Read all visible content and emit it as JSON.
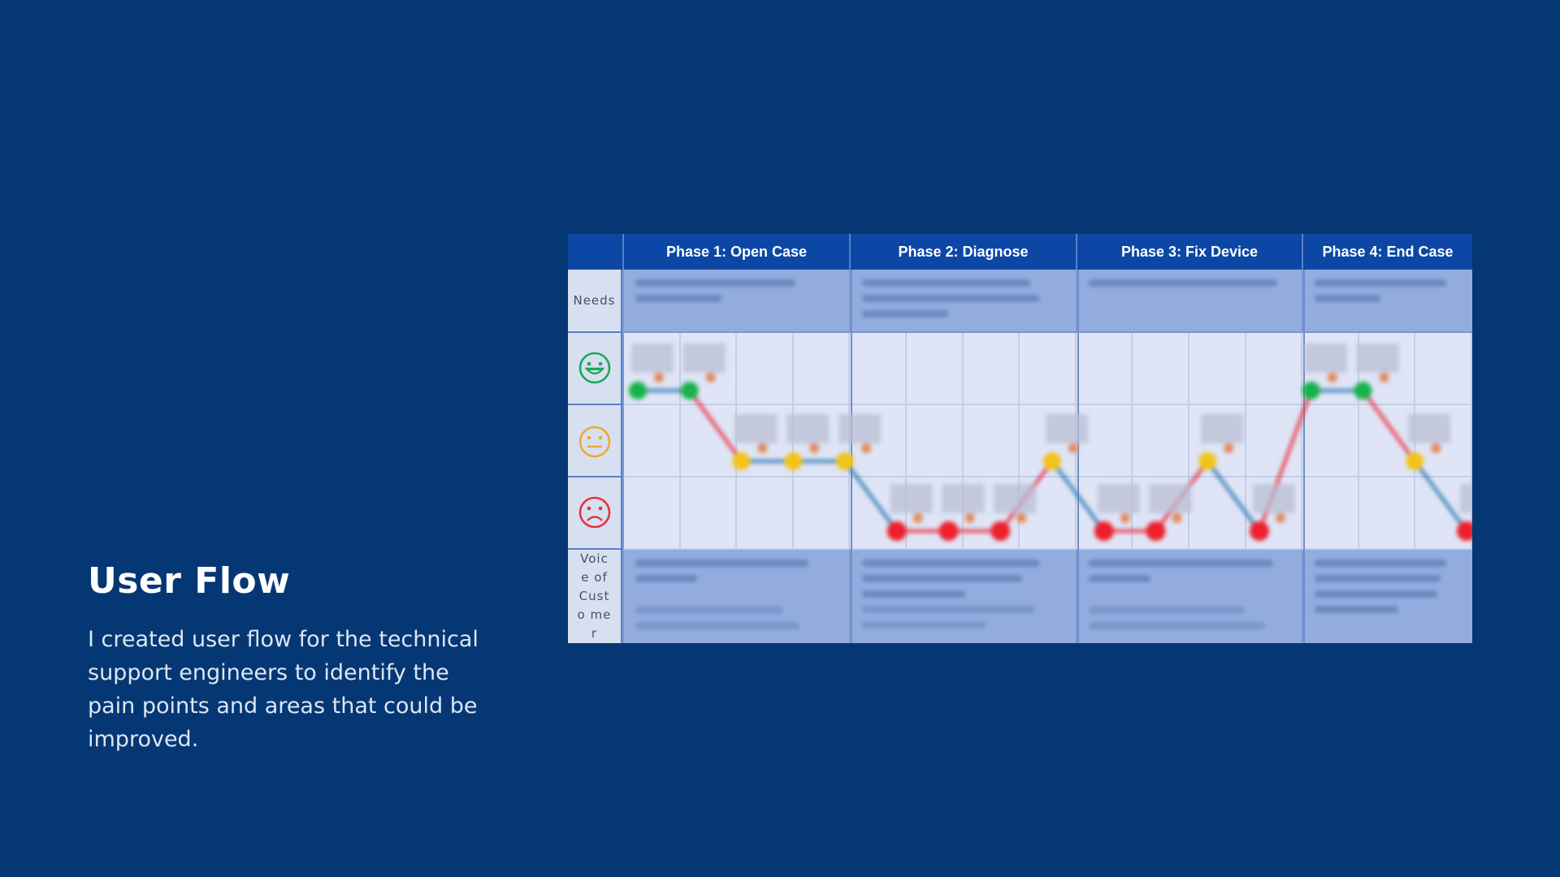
{
  "left": {
    "title": "User Flow",
    "description": "I created user flow for the technical support engineers to identify the pain points and areas that could be improved."
  },
  "journey_map": {
    "phases": [
      "Phase 1: Open Case",
      "Phase 2: Diagnose",
      "Phase 3: Fix Device",
      "Phase 4: End Case"
    ],
    "row_labels": {
      "needs": "Needs",
      "voice": "Voice of Custo mer"
    },
    "emotion_rows": [
      "happy-icon",
      "neutral-icon",
      "sad-icon"
    ],
    "colors": {
      "background": "#053774",
      "header": "#0c47a6",
      "positive": "#16b34a",
      "neutral": "#f2c318",
      "negative": "#ec1f2a",
      "arrow_down": "#3a7fb8",
      "arrow_up": "#ec3a4a"
    },
    "flow_levels": [
      [
        "happy",
        "happy",
        "neutral",
        "neutral",
        "neutral",
        "sad",
        "sad",
        "sad",
        "neutral",
        "sad",
        "sad",
        "neutral",
        "sad",
        "happy",
        "happy",
        "neutral",
        "sad"
      ]
    ]
  }
}
